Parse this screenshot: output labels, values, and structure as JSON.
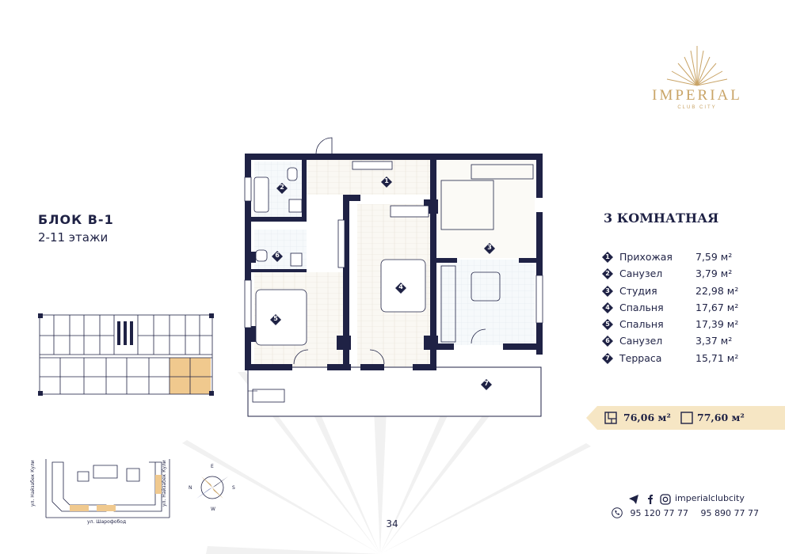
{
  "brand": {
    "name": "IMPERIAL",
    "subtitle": "CLUB CITY"
  },
  "block": {
    "title": "БЛОК B-1",
    "floors": "2-11 этажи"
  },
  "apartment": {
    "type": "3 КОМНАТНАЯ",
    "rooms": [
      {
        "num": "1",
        "name": "Прихожая",
        "area": "7,59 м²"
      },
      {
        "num": "2",
        "name": "Санузел",
        "area": "3,79 м²"
      },
      {
        "num": "3",
        "name": "Студия",
        "area": "22,98 м²"
      },
      {
        "num": "4",
        "name": "Спальня",
        "area": "17,67 м²"
      },
      {
        "num": "5",
        "name": "Спальня",
        "area": "17,39 м²"
      },
      {
        "num": "6",
        "name": "Санузел",
        "area": "3,37 м²"
      },
      {
        "num": "7",
        "name": "Терраса",
        "area": "15,71 м²"
      }
    ],
    "area_living": "76,06 м²",
    "area_total": "77,60 м²"
  },
  "site": {
    "street_left": "ул. Найзабек Кули",
    "street_right": "ул. Найзабек Кули",
    "street_bottom": "ул. Шарофобод",
    "compass": {
      "n": "E",
      "s": "W",
      "w": "N",
      "e": "S"
    }
  },
  "contacts": {
    "icons": [
      "telegram-icon",
      "facebook-icon",
      "instagram-icon",
      "phone-icon"
    ],
    "handle": "imperialclubcity",
    "phone1": "95 120 77 77",
    "phone2": "95 890 77 77"
  },
  "page_number": "34",
  "colors": {
    "navy": "#1f2245",
    "gold": "#c9a467",
    "ribbon": "#f6e6c4",
    "highlight": "#f0c98e"
  }
}
